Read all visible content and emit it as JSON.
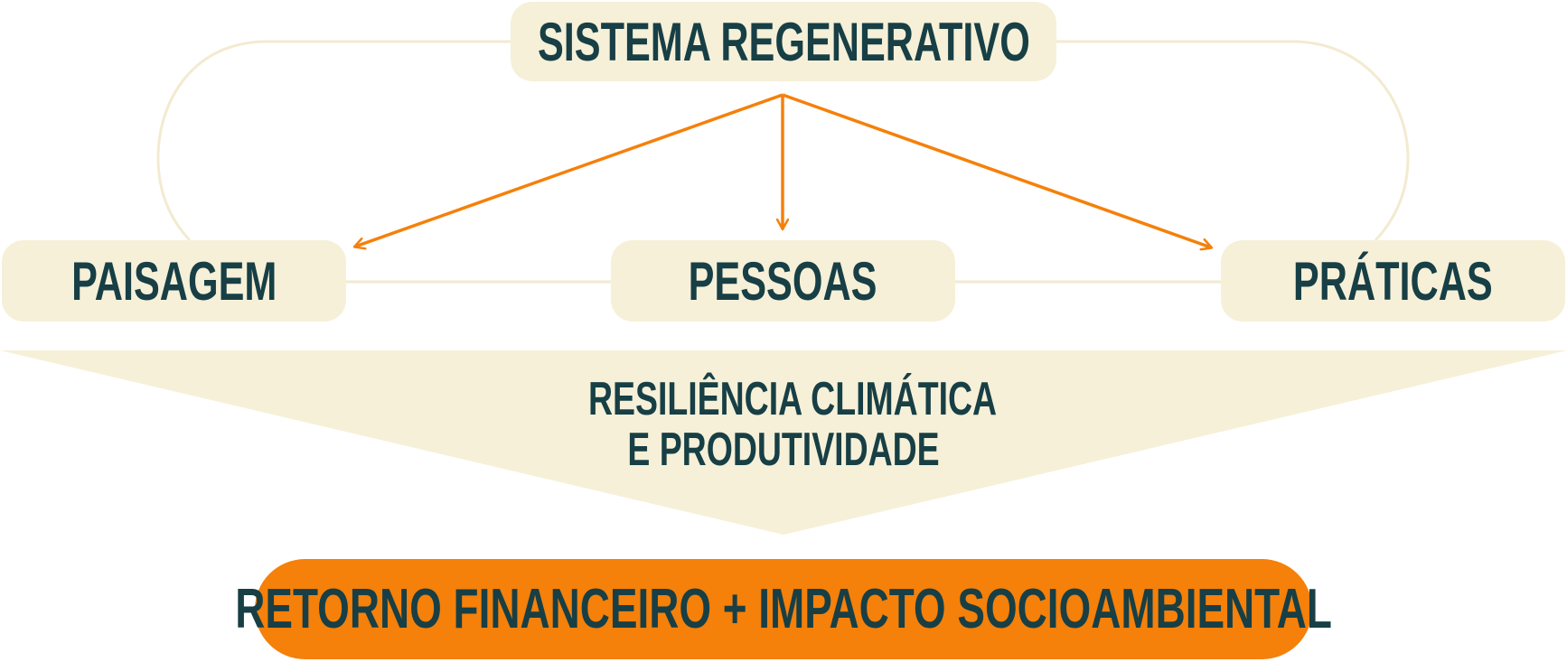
{
  "diagram": {
    "top_node": "SISTEMA REGENERATIVO",
    "pillars": [
      "PAISAGEM",
      "PESSOAS",
      "PRÁTICAS"
    ],
    "funnel_lines": [
      "RESILIÊNCIA CLIMÁTICA",
      "E PRODUTIVIDADE"
    ],
    "result": "RETORNO FINANCEIRO + IMPACTO SOCIOAMBIENTAL"
  },
  "colors": {
    "node_fill": "#f6f0d8",
    "text": "#173f45",
    "arrow": "#f5800a",
    "result_fill": "#f5800a",
    "connector": "#f3ead0"
  }
}
